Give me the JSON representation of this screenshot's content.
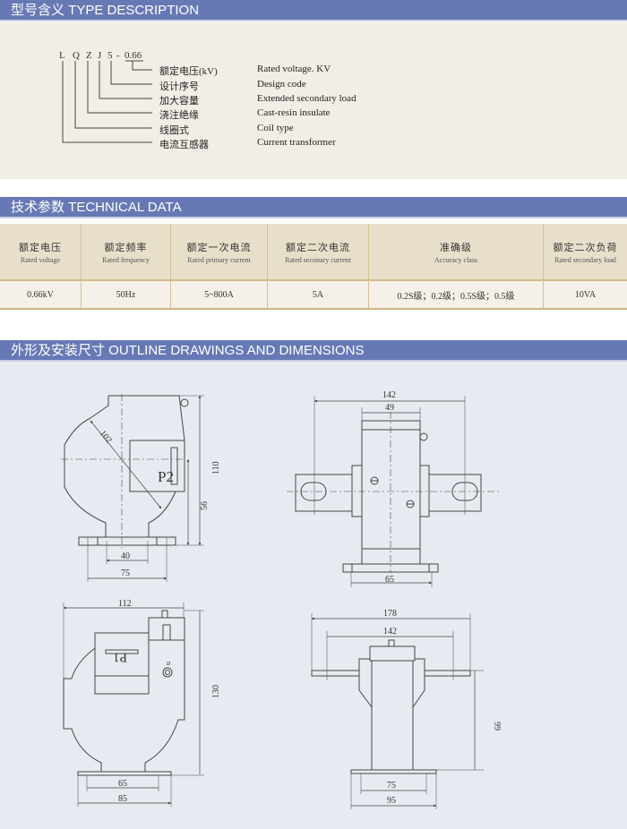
{
  "sections": {
    "type_description": "型号含义 TYPE DESCRIPTION",
    "technical_data": "技术参数 TECHNICAL DATA",
    "outline": "外形及安装尺寸 OUTLINE DRAWINGS AND DIMENSIONS"
  },
  "model_code": {
    "letters": [
      "L",
      "Q",
      "Z",
      "J",
      "5",
      "-",
      "0.66"
    ]
  },
  "type_rows": [
    {
      "cn": "额定电压(kV)",
      "en": "Rated voltage. KV"
    },
    {
      "cn": "设计序号",
      "en": "Design code"
    },
    {
      "cn": "加大容量",
      "en": "Extended secondary load"
    },
    {
      "cn": "浇注绝缘",
      "en": "Cast-resin insulate"
    },
    {
      "cn": "线圈式",
      "en": "Coil type"
    },
    {
      "cn": "电流互感器",
      "en": "Current transformer"
    }
  ],
  "tech_table": {
    "headers": [
      {
        "cn": "额定电压",
        "en": "Rated voltage"
      },
      {
        "cn": "额定频率",
        "en": "Rated frequency"
      },
      {
        "cn": "额定一次电流",
        "en": "Rated primary current"
      },
      {
        "cn": "额定二次电流",
        "en": "Rated seconary current"
      },
      {
        "cn": "准确级",
        "en": "Accuracy class"
      },
      {
        "cn": "额定二次负荷",
        "en": "Rated secondary load"
      }
    ],
    "values": [
      "0.66kV",
      "50Hz",
      "5~800A",
      "5A",
      "0.2S级；0.2级；0.5S级；0.5级",
      "10VA"
    ]
  },
  "drawings": {
    "d1": {
      "r": "102",
      "h": "110",
      "h2": "56",
      "w1": "40",
      "w2": "75",
      "label": "P2"
    },
    "d2": {
      "w1": "142",
      "w2": "49",
      "w3": "65"
    },
    "d3": {
      "w": "112",
      "h": "130",
      "w1": "65",
      "w2": "85",
      "label": "P1",
      "mark": "n"
    },
    "d4": {
      "w1": "178",
      "w2": "142",
      "h": "99",
      "w3": "75",
      "w4": "95"
    }
  }
}
